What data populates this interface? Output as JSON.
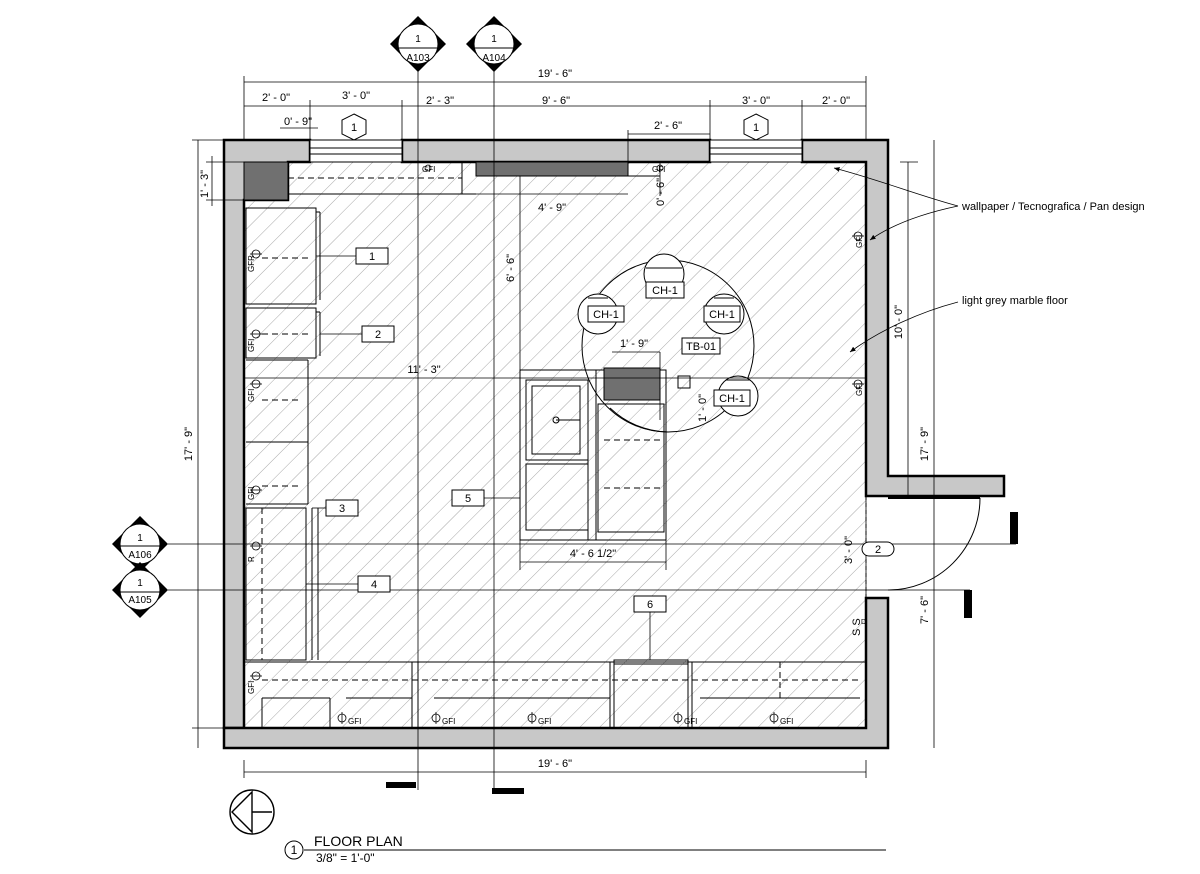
{
  "title": {
    "number": "1",
    "name": "FLOOR PLAN",
    "scale": "3/8\" = 1'-0\""
  },
  "section_markers": [
    {
      "num": "1",
      "sheet": "A103"
    },
    {
      "num": "1",
      "sheet": "A104"
    },
    {
      "num": "1",
      "sheet": "A106"
    },
    {
      "num": "1",
      "sheet": "A105"
    }
  ],
  "dimensions": {
    "top_overall": "19' - 6\"",
    "top_left_a": "2' - 0\"",
    "top_left_b": "3' - 0\"",
    "top_mid_a": "2' - 3\"",
    "top_mid_b": "9' - 6\"",
    "top_right_a": "3' - 0\"",
    "top_right_b": "2' - 0\"",
    "window_offset": "0' - 9\"",
    "soffit_width": "2' - 6\"",
    "left_small": "1' - 3\"",
    "left_overall": "17' - 9\"",
    "wall_to_island": "4' - 9\"",
    "soffit_depth": "0' - 6\"",
    "island_vertical": "6' - 6\"",
    "kitchen_width": "11' - 3\"",
    "table_offset_h": "1' - 9\"",
    "table_offset_v": "1' - 0\"",
    "island_width": "4' - 6 1/2\"",
    "right_upper": "10' - 0\"",
    "right_overall": "17' - 9\"",
    "door_width": "3' - 0\"",
    "right_lower": "7' - 6\"",
    "bottom_overall": "19' - 6\""
  },
  "notes": {
    "wallpaper": "wallpaper   / Tecnografica / Pan design",
    "floor": "light grey marble floor"
  },
  "tags": {
    "cabinet_1": "1",
    "cabinet_2": "2",
    "cabinet_3": "3",
    "cabinet_4": "4",
    "island_5": "5",
    "item_6": "6",
    "window_1a": "1",
    "window_1b": "1",
    "door_2": "2"
  },
  "furniture": {
    "chairs": [
      "CH-1",
      "CH-1",
      "CH-1",
      "CH-1"
    ],
    "table": "TB-01"
  },
  "outlet_labels": {
    "gfi": "GFI",
    "gfr": "GFR",
    "r": "R"
  },
  "switch_label": "S  S",
  "switch_sub": "D",
  "colors": {
    "wall": "#c8c8c8",
    "soffit": "#707070",
    "line": "#000000",
    "hatch": "#9a9a9a"
  }
}
